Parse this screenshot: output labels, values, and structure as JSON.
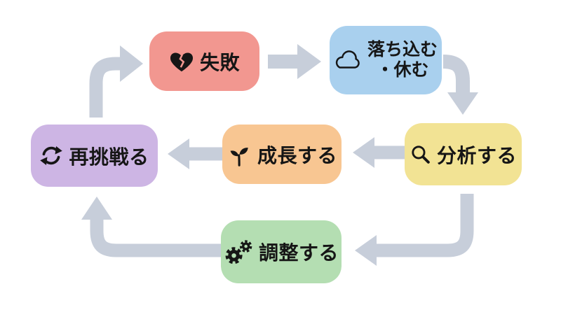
{
  "diagram": {
    "background_color": "#ffffff",
    "arrow_color": "#c7ceda",
    "text_color": "#161616",
    "nodes": [
      {
        "id": "failure",
        "icon": "broken-heart-icon",
        "color": "#f29790",
        "lines": [
          "失敗"
        ]
      },
      {
        "id": "rest",
        "icon": "cloud-icon",
        "color": "#a9d0ee",
        "lines": [
          "落ち込む",
          "・休む"
        ]
      },
      {
        "id": "analyze",
        "icon": "magnifier-icon",
        "color": "#f2e394",
        "lines": [
          "分析する"
        ]
      },
      {
        "id": "grow",
        "icon": "sprout-icon",
        "color": "#f8c692",
        "lines": [
          "成長する"
        ]
      },
      {
        "id": "retry",
        "icon": "refresh-icon",
        "color": "#cdb5e4",
        "lines": [
          "再挑戦る"
        ]
      },
      {
        "id": "adjust",
        "icon": "gears-icon",
        "color": "#b4deb2",
        "lines": [
          "調整する"
        ]
      }
    ],
    "arrows": [
      {
        "from": "failure",
        "to": "rest"
      },
      {
        "from": "rest",
        "to": "analyze"
      },
      {
        "from": "analyze",
        "to": "grow"
      },
      {
        "from": "grow",
        "to": "retry"
      },
      {
        "from": "retry",
        "to": "failure"
      },
      {
        "from": "analyze",
        "to": "adjust"
      },
      {
        "from": "adjust",
        "to": "retry"
      }
    ]
  }
}
